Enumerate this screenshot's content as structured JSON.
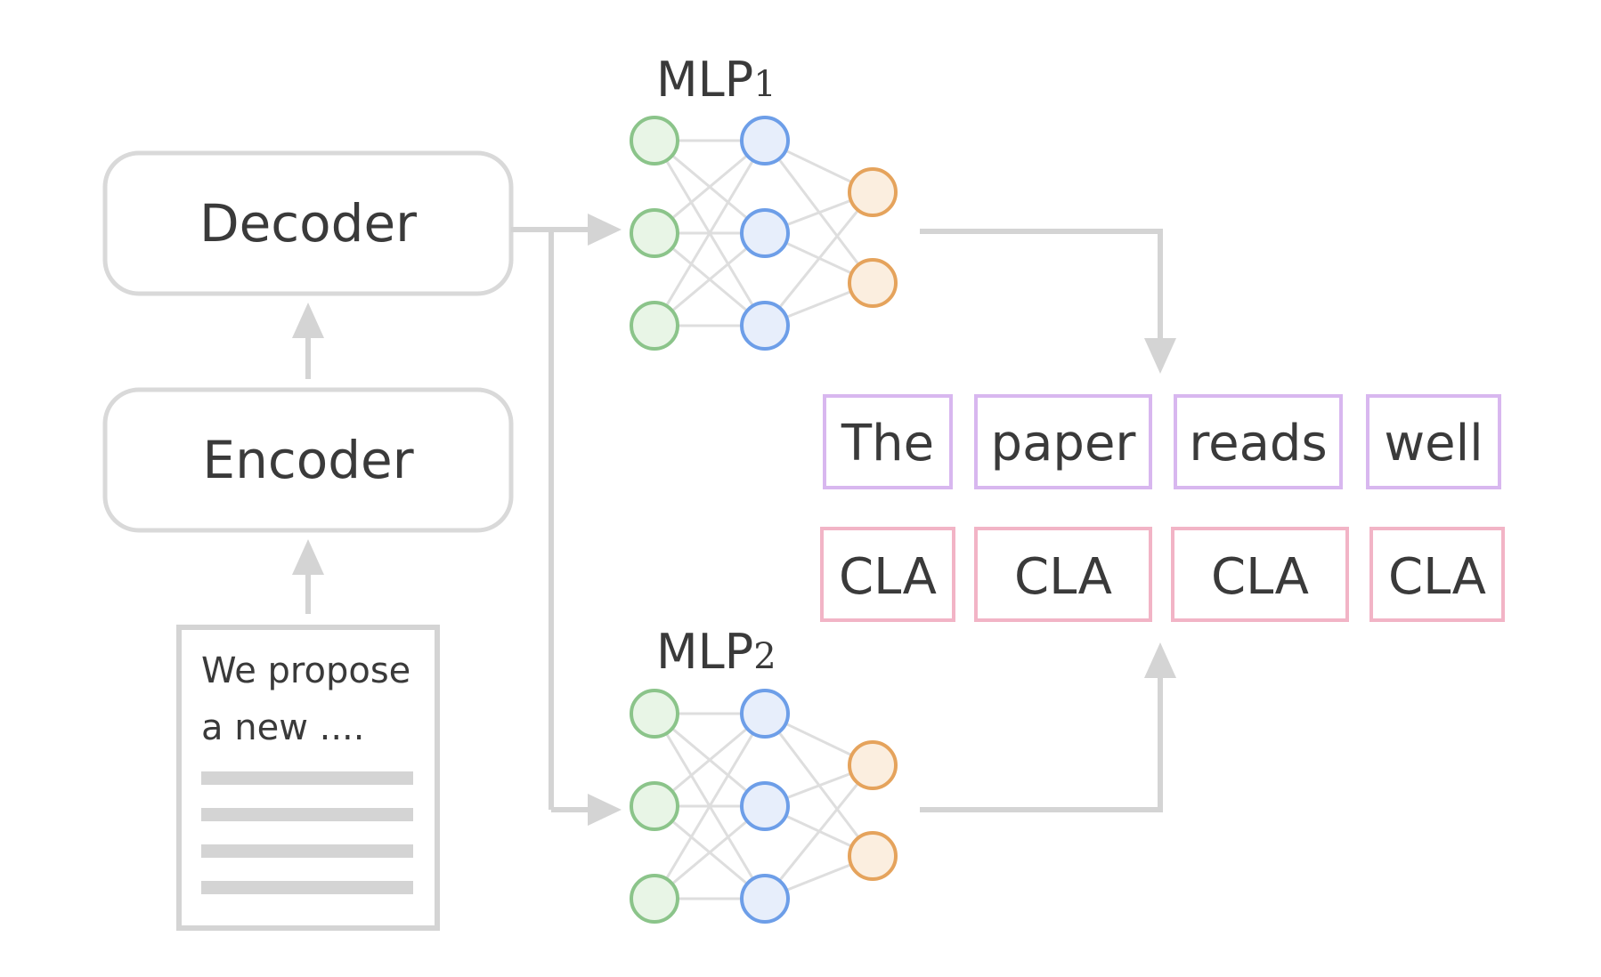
{
  "blocks": {
    "decoder": "Decoder",
    "encoder": "Encoder"
  },
  "document": {
    "line1": "We propose",
    "line2": "a new ...."
  },
  "mlp1": {
    "name": "MLP",
    "subscript": "1"
  },
  "mlp2": {
    "name": "MLP",
    "subscript": "2"
  },
  "tokens": [
    "The",
    "paper",
    "reads",
    "well"
  ],
  "labels": [
    "CLA",
    "CLA",
    "CLA",
    "CLA"
  ],
  "colors": {
    "gray": "#d4d4d4",
    "text": "#3a3a3a",
    "node_green": "#8bc48a",
    "node_green_fill": "#e8f5e6",
    "node_blue": "#6d9ee8",
    "node_blue_fill": "#e7eefb",
    "node_orange": "#e5a35c",
    "node_orange_fill": "#fbeedf",
    "token_border": "#d8b7ef",
    "label_border": "#f2b4c6"
  }
}
